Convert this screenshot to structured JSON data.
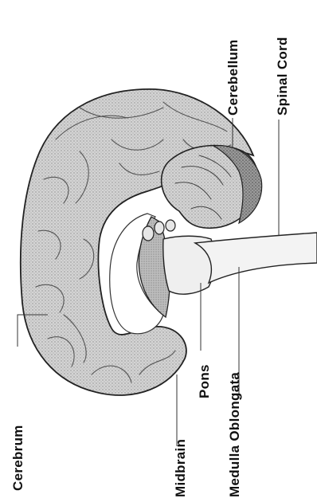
{
  "labels": {
    "cerebrum": "Cerebrum",
    "midbrain": "Midbrain",
    "pons": "Pons",
    "medulla": "Medulla Oblongata",
    "cerebellum": "Cerebellum",
    "spinal_cord": "Spinal Cord"
  },
  "colors": {
    "brain_fill": "#cfcfcf",
    "cerebellum_fill": "#9a9a9a",
    "outline": "#222222",
    "background": "#ffffff"
  }
}
